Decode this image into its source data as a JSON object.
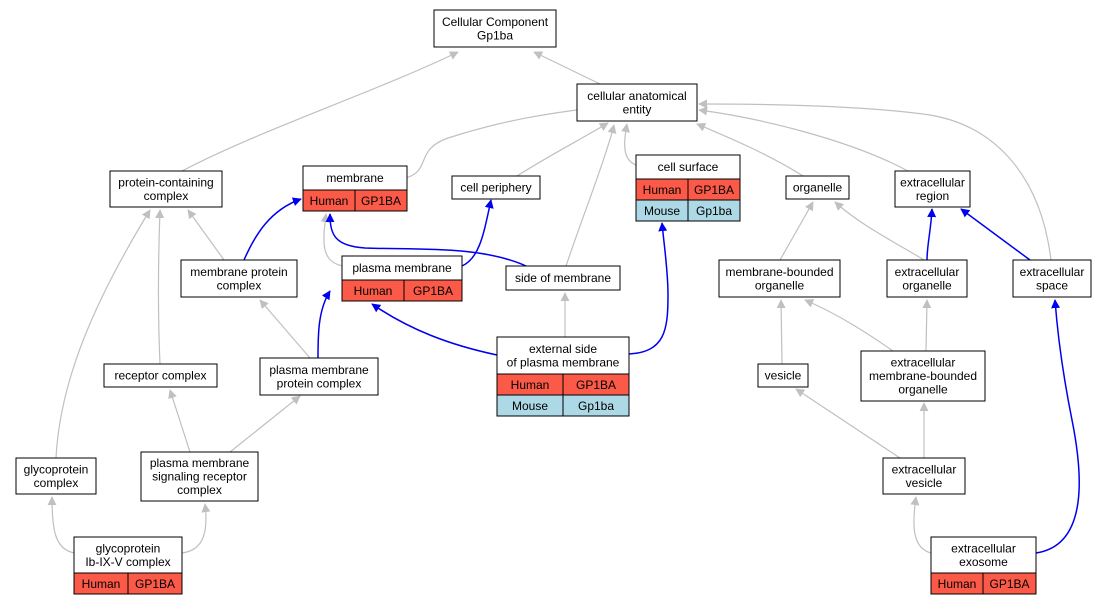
{
  "colors": {
    "human": "#fc5a49",
    "mouse": "#add8e6",
    "edge_gray": "#c0c0c0",
    "edge_blue": "#0000ee",
    "node_border": "#000000"
  },
  "nodes": [
    {
      "id": "root",
      "lines": [
        "Cellular Component",
        "Gp1ba"
      ]
    },
    {
      "id": "cae",
      "lines": [
        "cellular anatomical",
        "entity"
      ]
    },
    {
      "id": "pcc",
      "lines": [
        "protein-containing",
        "complex"
      ]
    },
    {
      "id": "membrane",
      "lines": [
        "membrane"
      ],
      "rows": [
        {
          "species": "Human",
          "gene": "GP1BA"
        }
      ]
    },
    {
      "id": "periphery",
      "lines": [
        "cell periphery"
      ]
    },
    {
      "id": "surface",
      "lines": [
        "cell surface"
      ],
      "rows": [
        {
          "species": "Human",
          "gene": "GP1BA"
        },
        {
          "species": "Mouse",
          "gene": "Gp1ba"
        }
      ]
    },
    {
      "id": "organelle",
      "lines": [
        "organelle"
      ]
    },
    {
      "id": "exregion",
      "lines": [
        "extracellular",
        "region"
      ]
    },
    {
      "id": "mpc",
      "lines": [
        "membrane protein",
        "complex"
      ]
    },
    {
      "id": "pm",
      "lines": [
        "plasma membrane"
      ],
      "rows": [
        {
          "species": "Human",
          "gene": "GP1BA"
        }
      ]
    },
    {
      "id": "som",
      "lines": [
        "side of membrane"
      ]
    },
    {
      "id": "mbo",
      "lines": [
        "membrane-bounded",
        "organelle"
      ]
    },
    {
      "id": "exorg",
      "lines": [
        "extracellular",
        "organelle"
      ]
    },
    {
      "id": "exspace",
      "lines": [
        "extracellular",
        "space"
      ]
    },
    {
      "id": "rc",
      "lines": [
        "receptor complex"
      ]
    },
    {
      "id": "pmpc",
      "lines": [
        "plasma membrane",
        "protein complex"
      ]
    },
    {
      "id": "espm",
      "lines": [
        "external side",
        "of plasma membrane"
      ],
      "rows": [
        {
          "species": "Human",
          "gene": "GP1BA"
        },
        {
          "species": "Mouse",
          "gene": "Gp1ba"
        }
      ]
    },
    {
      "id": "vesicle",
      "lines": [
        "vesicle"
      ]
    },
    {
      "id": "exmbo",
      "lines": [
        "extracellular",
        "membrane-bounded",
        "organelle"
      ]
    },
    {
      "id": "gpc",
      "lines": [
        "glycoprotein",
        "complex"
      ]
    },
    {
      "id": "pmsrc",
      "lines": [
        "plasma membrane",
        "signaling receptor",
        "complex"
      ]
    },
    {
      "id": "exves",
      "lines": [
        "extracellular",
        "vesicle"
      ]
    },
    {
      "id": "gp1b",
      "lines": [
        "glycoprotein",
        "Ib-IX-V complex"
      ],
      "rows": [
        {
          "species": "Human",
          "gene": "GP1BA"
        }
      ]
    },
    {
      "id": "exo",
      "lines": [
        "extracellular",
        "exosome"
      ],
      "rows": [
        {
          "species": "Human",
          "gene": "GP1BA"
        }
      ]
    }
  ],
  "edges": [
    {
      "from": "cae",
      "to": "root",
      "kind": "is_a"
    },
    {
      "from": "pcc",
      "to": "root",
      "kind": "is_a"
    },
    {
      "from": "membrane",
      "to": "cae",
      "kind": "is_a"
    },
    {
      "from": "periphery",
      "to": "cae",
      "kind": "is_a"
    },
    {
      "from": "surface",
      "to": "cae",
      "kind": "is_a"
    },
    {
      "from": "organelle",
      "to": "cae",
      "kind": "is_a"
    },
    {
      "from": "exregion",
      "to": "cae",
      "kind": "is_a"
    },
    {
      "from": "exspace",
      "to": "cae",
      "kind": "is_a"
    },
    {
      "from": "som",
      "to": "cae",
      "kind": "is_a"
    },
    {
      "from": "mpc",
      "to": "pcc",
      "kind": "is_a"
    },
    {
      "from": "mpc",
      "to": "membrane",
      "kind": "part_of"
    },
    {
      "from": "pm",
      "to": "membrane",
      "kind": "is_a"
    },
    {
      "from": "som",
      "to": "membrane",
      "kind": "part_of"
    },
    {
      "from": "pm",
      "to": "periphery",
      "kind": "part_of"
    },
    {
      "from": "espm",
      "to": "surface",
      "kind": "part_of"
    },
    {
      "from": "mbo",
      "to": "organelle",
      "kind": "is_a"
    },
    {
      "from": "exorg",
      "to": "organelle",
      "kind": "is_a"
    },
    {
      "from": "exorg",
      "to": "exregion",
      "kind": "part_of"
    },
    {
      "from": "exspace",
      "to": "exregion",
      "kind": "part_of"
    },
    {
      "from": "pmpc",
      "to": "mpc",
      "kind": "is_a"
    },
    {
      "from": "pmpc",
      "to": "pm",
      "kind": "part_of"
    },
    {
      "from": "espm",
      "to": "pm",
      "kind": "part_of"
    },
    {
      "from": "espm",
      "to": "som",
      "kind": "is_a"
    },
    {
      "from": "vesicle",
      "to": "mbo",
      "kind": "is_a"
    },
    {
      "from": "exmbo",
      "to": "mbo",
      "kind": "is_a"
    },
    {
      "from": "exmbo",
      "to": "exorg",
      "kind": "is_a"
    },
    {
      "from": "rc",
      "to": "pcc",
      "kind": "is_a"
    },
    {
      "from": "gpc",
      "to": "pcc",
      "kind": "is_a"
    },
    {
      "from": "pmsrc",
      "to": "rc",
      "kind": "is_a"
    },
    {
      "from": "pmsrc",
      "to": "pmpc",
      "kind": "is_a"
    },
    {
      "from": "exves",
      "to": "vesicle",
      "kind": "is_a"
    },
    {
      "from": "exves",
      "to": "exmbo",
      "kind": "is_a"
    },
    {
      "from": "gp1b",
      "to": "gpc",
      "kind": "is_a"
    },
    {
      "from": "gp1b",
      "to": "pmsrc",
      "kind": "is_a"
    },
    {
      "from": "exo",
      "to": "exves",
      "kind": "is_a"
    },
    {
      "from": "exo",
      "to": "exspace",
      "kind": "part_of"
    }
  ]
}
